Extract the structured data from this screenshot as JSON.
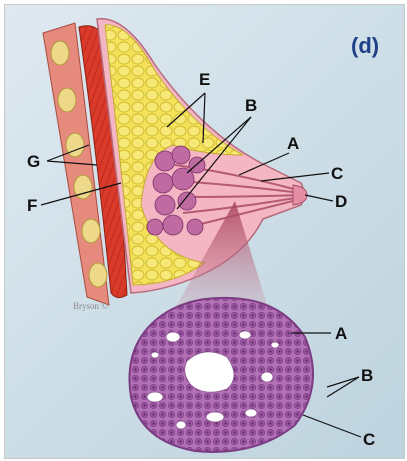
{
  "figure": {
    "panel_label": "(d)",
    "credit": "Bryson ©",
    "labels": {
      "top": {
        "e": "E",
        "b": "B",
        "a": "A",
        "c": "C",
        "d": "D",
        "g": "G",
        "f": "F"
      },
      "bottom": {
        "a": "A",
        "b": "B",
        "c": "C"
      }
    }
  },
  "colors": {
    "background": "#cfdfe8",
    "fat": "#f3e25a",
    "muscle": "#d93a2a",
    "rib": "#eed88a",
    "skin": "#f4b6c2",
    "lobule": "#c06aa2",
    "tissue": "#b271b5",
    "lumen": "#ffffff",
    "panel_label": "#1f3f86"
  }
}
